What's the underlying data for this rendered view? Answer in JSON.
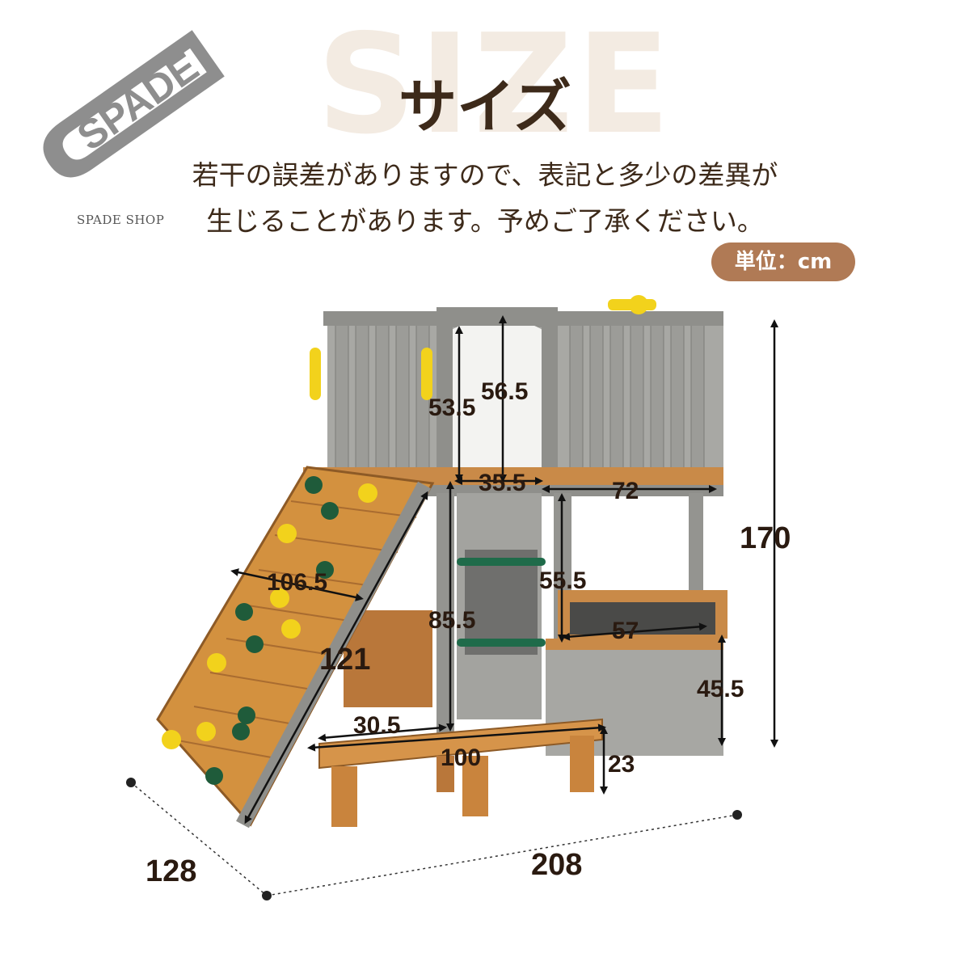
{
  "brand": {
    "logo_text": "SPADE",
    "shop_name": "SPADE SHOP"
  },
  "header": {
    "background_word": "SIZE",
    "title": "サイズ",
    "note_line1": "若干の誤差がありますので、表記と多少の差異が",
    "note_line2": "生じることがあります。予めご了承ください。",
    "unit_label": "単位：cm"
  },
  "dimensions": {
    "roof_inner_height": "53.5",
    "arch_height": "56.5",
    "doorway_width": "35.5",
    "deck_width": "72",
    "total_height": "170",
    "wall_width": "106.5",
    "under_deck_height": "55.5",
    "door_height": "85.5",
    "sandbox_width": "57",
    "wall_length": "121",
    "sandbox_height": "45.5",
    "step_depth": "30.5",
    "step_width": "100",
    "step_height": "23",
    "depth": "128",
    "width": "208"
  },
  "colors": {
    "text_dark": "#3d2a1a",
    "unit_badge": "#b07a55",
    "wood_gray": "#9a9a96",
    "wood_natural": "#d18a3c",
    "hold_yellow": "#f2d21c",
    "hold_green": "#1f5b3a"
  }
}
